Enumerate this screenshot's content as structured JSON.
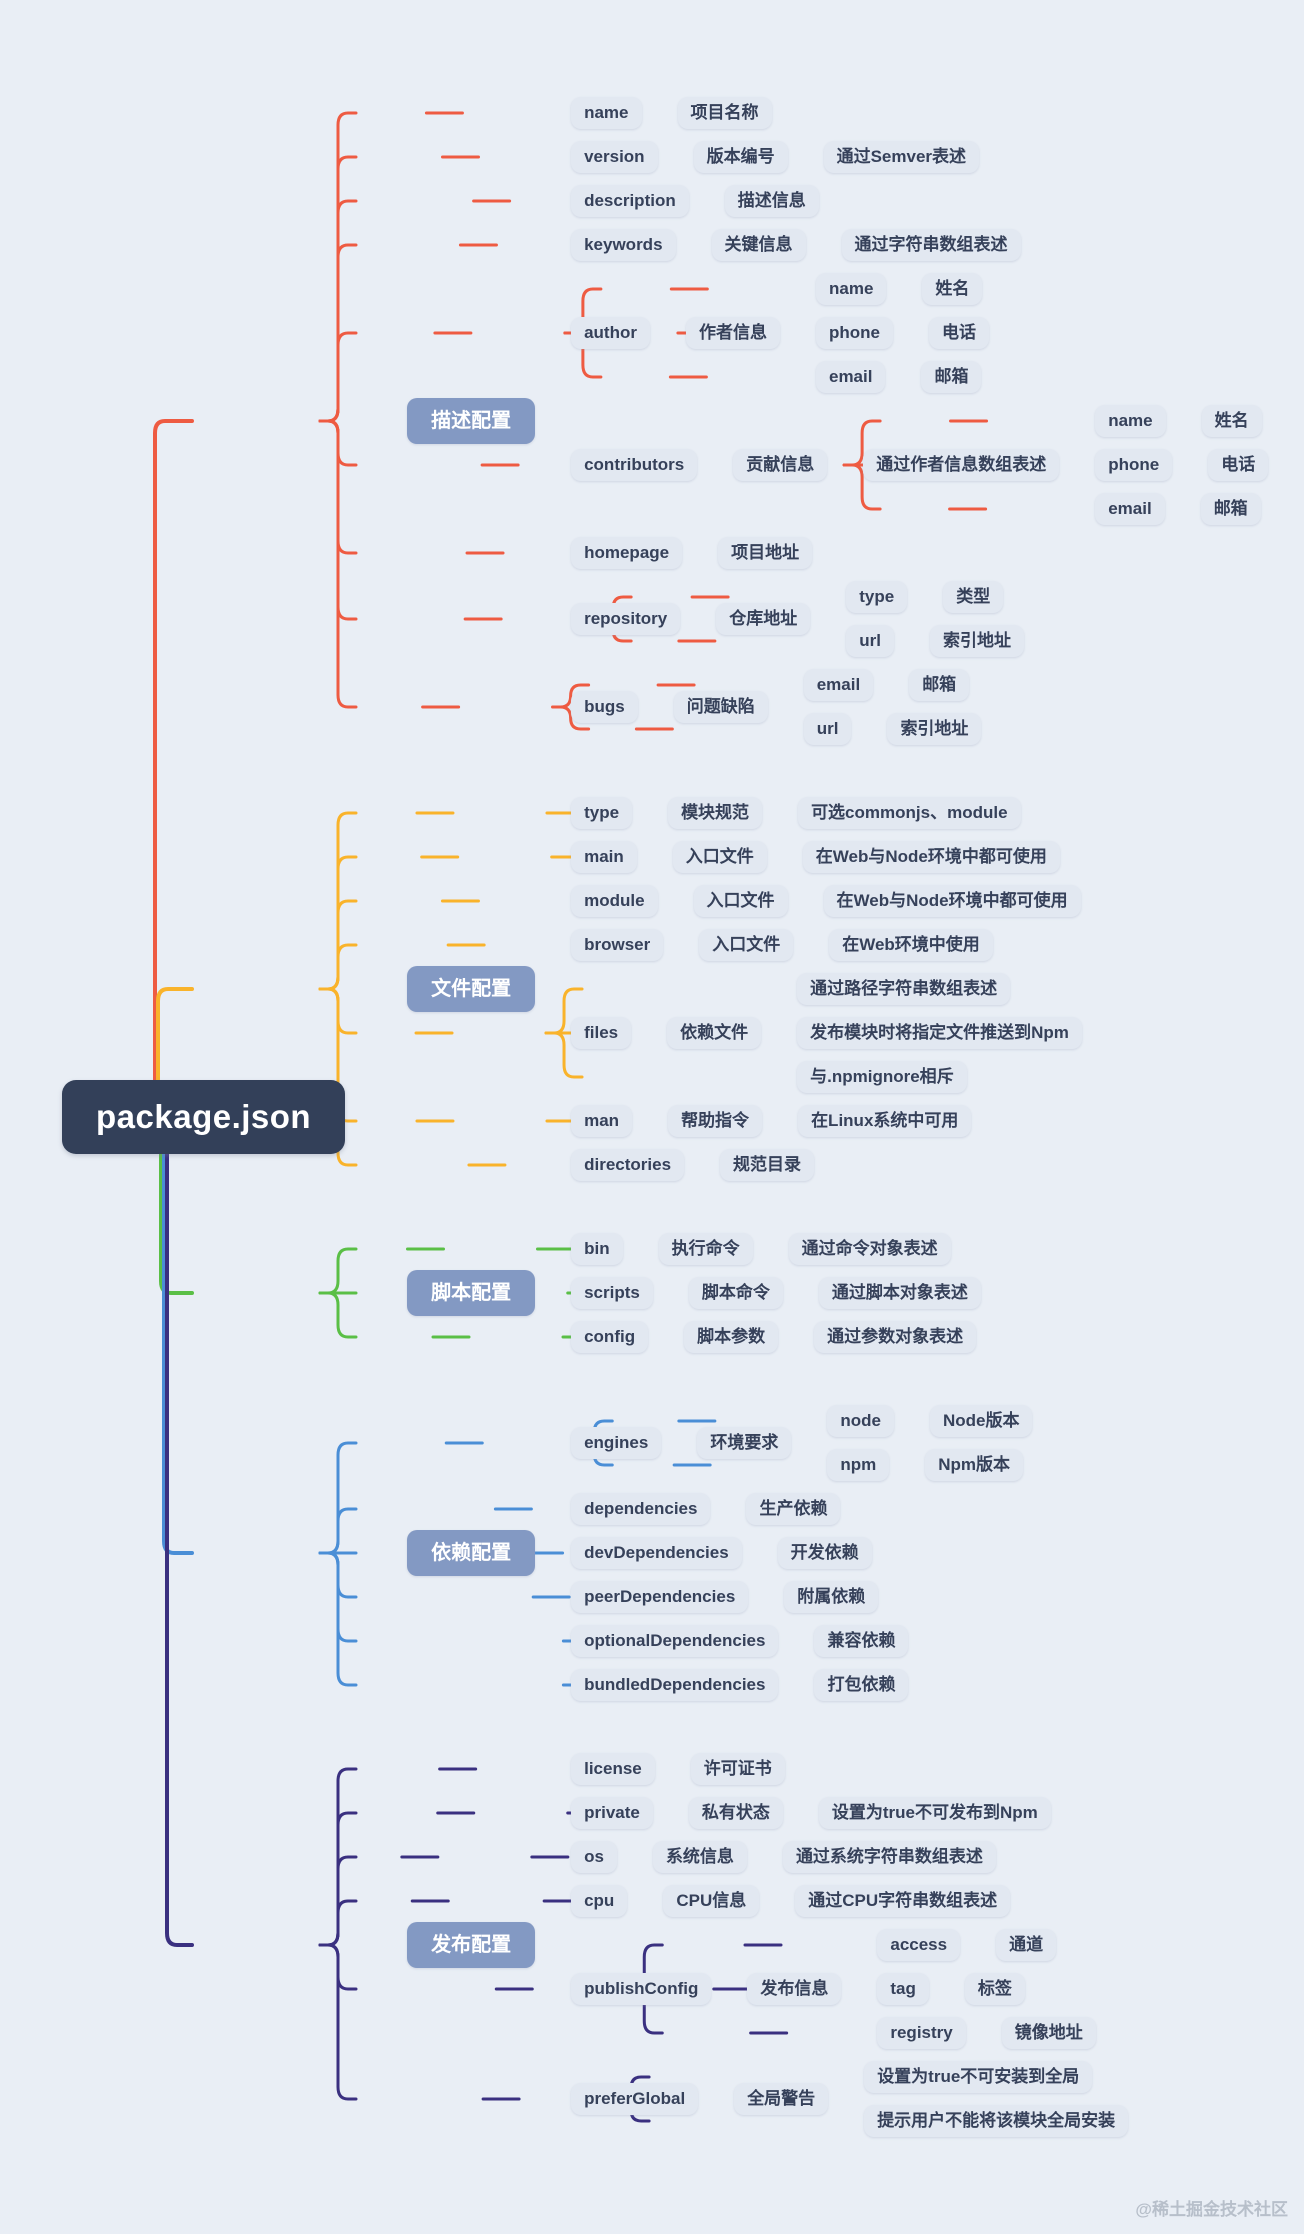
{
  "root": {
    "label": "package.json"
  },
  "watermark": "@稀土掘金技术社区",
  "colors": {
    "background": "#e9eef5",
    "root_bg": "#334059",
    "branch_bg": "#8399c3",
    "node_bg": "#e2e8f1",
    "node_text": "#36415a",
    "branch_text": "#ffffff"
  },
  "branches": [
    {
      "label": "描述配置",
      "line_color": "#ee5b42",
      "children": [
        {
          "label": "name",
          "children": [
            {
              "label": "项目名称"
            }
          ]
        },
        {
          "label": "version",
          "children": [
            {
              "label": "版本编号",
              "children": [
                {
                  "label": "通过Semver表述"
                }
              ]
            }
          ]
        },
        {
          "label": "description",
          "children": [
            {
              "label": "描述信息"
            }
          ]
        },
        {
          "label": "keywords",
          "children": [
            {
              "label": "关键信息",
              "children": [
                {
                  "label": "通过字符串数组表述"
                }
              ]
            }
          ]
        },
        {
          "label": "author",
          "children": [
            {
              "label": "作者信息",
              "children": [
                {
                  "label": "name",
                  "children": [
                    {
                      "label": "姓名"
                    }
                  ]
                },
                {
                  "label": "phone",
                  "children": [
                    {
                      "label": "电话"
                    }
                  ]
                },
                {
                  "label": "email",
                  "children": [
                    {
                      "label": "邮箱"
                    }
                  ]
                }
              ]
            }
          ]
        },
        {
          "label": "contributors",
          "children": [
            {
              "label": "贡献信息",
              "children": [
                {
                  "label": "通过作者信息数组表述",
                  "children": [
                    {
                      "label": "name",
                      "children": [
                        {
                          "label": "姓名"
                        }
                      ]
                    },
                    {
                      "label": "phone",
                      "children": [
                        {
                          "label": "电话"
                        }
                      ]
                    },
                    {
                      "label": "email",
                      "children": [
                        {
                          "label": "邮箱"
                        }
                      ]
                    }
                  ]
                }
              ]
            }
          ]
        },
        {
          "label": "homepage",
          "children": [
            {
              "label": "项目地址"
            }
          ]
        },
        {
          "label": "repository",
          "children": [
            {
              "label": "仓库地址",
              "children": [
                {
                  "label": "type",
                  "children": [
                    {
                      "label": "类型"
                    }
                  ]
                },
                {
                  "label": "url",
                  "children": [
                    {
                      "label": "索引地址"
                    }
                  ]
                }
              ]
            }
          ]
        },
        {
          "label": "bugs",
          "children": [
            {
              "label": "问题缺陷",
              "children": [
                {
                  "label": "email",
                  "children": [
                    {
                      "label": "邮箱"
                    }
                  ]
                },
                {
                  "label": "url",
                  "children": [
                    {
                      "label": "索引地址"
                    }
                  ]
                }
              ]
            }
          ]
        }
      ]
    },
    {
      "label": "文件配置",
      "line_color": "#f9b32b",
      "children": [
        {
          "label": "type",
          "children": [
            {
              "label": "模块规范",
              "children": [
                {
                  "label": "可选commonjs、module"
                }
              ]
            }
          ]
        },
        {
          "label": "main",
          "children": [
            {
              "label": "入口文件",
              "children": [
                {
                  "label": "在Web与Node环境中都可使用"
                }
              ]
            }
          ]
        },
        {
          "label": "module",
          "children": [
            {
              "label": "入口文件",
              "children": [
                {
                  "label": "在Web与Node环境中都可使用"
                }
              ]
            }
          ]
        },
        {
          "label": "browser",
          "children": [
            {
              "label": "入口文件",
              "children": [
                {
                  "label": "在Web环境中使用"
                }
              ]
            }
          ]
        },
        {
          "label": "files",
          "children": [
            {
              "label": "依赖文件",
              "children": [
                {
                  "label": "通过路径字符串数组表述"
                },
                {
                  "label": "发布模块时将指定文件推送到Npm"
                },
                {
                  "label": "与.npmignore相斥"
                }
              ]
            }
          ]
        },
        {
          "label": "man",
          "children": [
            {
              "label": "帮助指令",
              "children": [
                {
                  "label": "在Linux系统中可用"
                }
              ]
            }
          ]
        },
        {
          "label": "directories",
          "children": [
            {
              "label": "规范目录"
            }
          ]
        }
      ]
    },
    {
      "label": "脚本配置",
      "line_color": "#5abf46",
      "children": [
        {
          "label": "bin",
          "children": [
            {
              "label": "执行命令",
              "children": [
                {
                  "label": "通过命令对象表述"
                }
              ]
            }
          ]
        },
        {
          "label": "scripts",
          "children": [
            {
              "label": "脚本命令",
              "children": [
                {
                  "label": "通过脚本对象表述"
                }
              ]
            }
          ]
        },
        {
          "label": "config",
          "children": [
            {
              "label": "脚本参数",
              "children": [
                {
                  "label": "通过参数对象表述"
                }
              ]
            }
          ]
        }
      ]
    },
    {
      "label": "依赖配置",
      "line_color": "#4a8ed6",
      "children": [
        {
          "label": "engines",
          "children": [
            {
              "label": "环境要求",
              "children": [
                {
                  "label": "node",
                  "children": [
                    {
                      "label": "Node版本"
                    }
                  ]
                },
                {
                  "label": "npm",
                  "children": [
                    {
                      "label": "Npm版本"
                    }
                  ]
                }
              ]
            }
          ]
        },
        {
          "label": "dependencies",
          "children": [
            {
              "label": "生产依赖"
            }
          ]
        },
        {
          "label": "devDependencies",
          "children": [
            {
              "label": "开发依赖"
            }
          ]
        },
        {
          "label": "peerDependencies",
          "children": [
            {
              "label": "附属依赖"
            }
          ]
        },
        {
          "label": "optionalDependencies",
          "children": [
            {
              "label": "兼容依赖"
            }
          ]
        },
        {
          "label": "bundledDependencies",
          "children": [
            {
              "label": "打包依赖"
            }
          ]
        }
      ]
    },
    {
      "label": "发布配置",
      "line_color": "#3a3080",
      "children": [
        {
          "label": "license",
          "children": [
            {
              "label": "许可证书"
            }
          ]
        },
        {
          "label": "private",
          "children": [
            {
              "label": "私有状态",
              "children": [
                {
                  "label": "设置为true不可发布到Npm"
                }
              ]
            }
          ]
        },
        {
          "label": "os",
          "children": [
            {
              "label": "系统信息",
              "children": [
                {
                  "label": "通过系统字符串数组表述"
                }
              ]
            }
          ]
        },
        {
          "label": "cpu",
          "children": [
            {
              "label": "CPU信息",
              "children": [
                {
                  "label": "通过CPU字符串数组表述"
                }
              ]
            }
          ]
        },
        {
          "label": "publishConfig",
          "children": [
            {
              "label": "发布信息",
              "children": [
                {
                  "label": "access",
                  "children": [
                    {
                      "label": "通道"
                    }
                  ]
                },
                {
                  "label": "tag",
                  "children": [
                    {
                      "label": "标签"
                    }
                  ]
                },
                {
                  "label": "registry",
                  "children": [
                    {
                      "label": "镜像地址"
                    }
                  ]
                }
              ]
            }
          ]
        },
        {
          "label": "preferGlobal",
          "children": [
            {
              "label": "全局警告",
              "children": [
                {
                  "label": "设置为true不可安装到全局"
                },
                {
                  "label": "提示用户不能将该模块全局安装"
                }
              ]
            }
          ]
        }
      ]
    }
  ]
}
